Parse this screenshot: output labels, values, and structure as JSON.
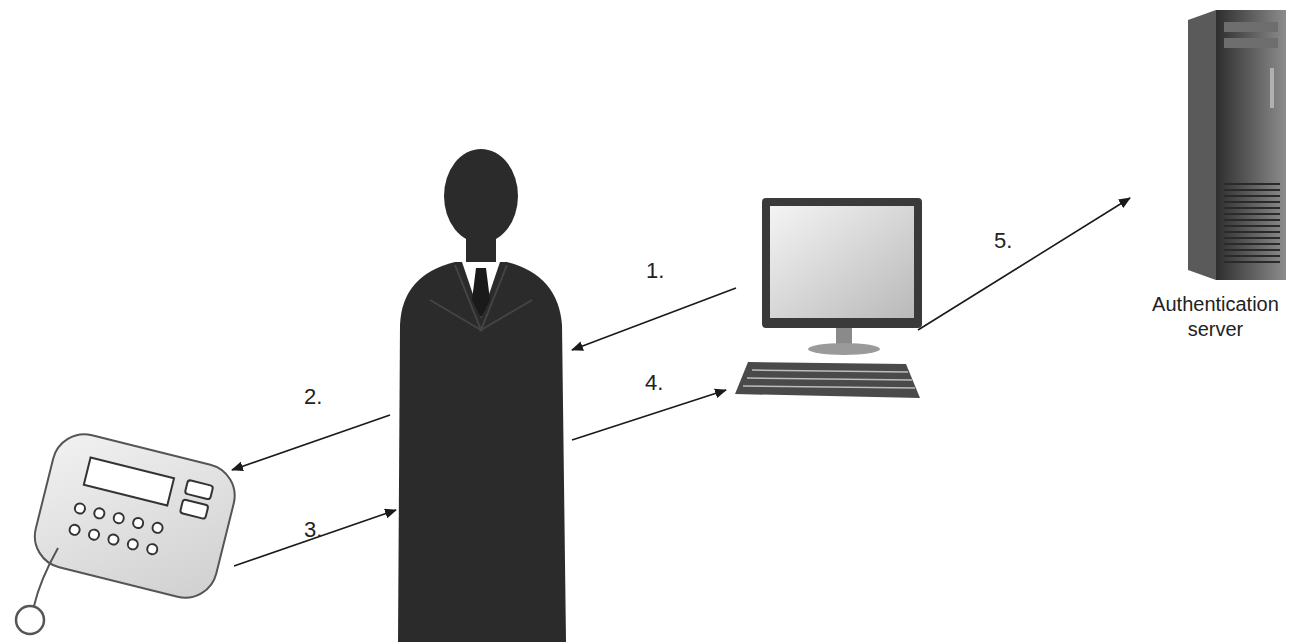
{
  "diagram": {
    "nodes": [
      {
        "text": [
          "Authentication server"
        ]
      }
    ],
    "labels": [
      "1.",
      "2.",
      "3.",
      "4.",
      "5."
    ]
  }
}
